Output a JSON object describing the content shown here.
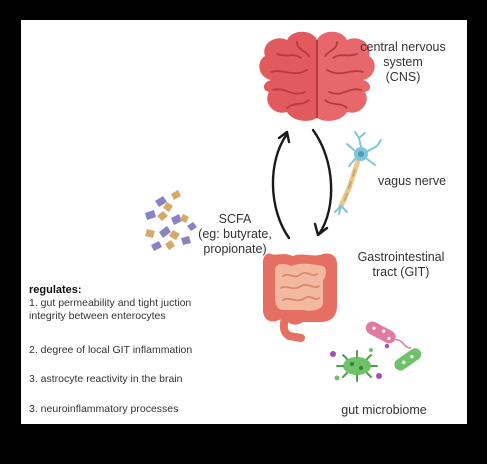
{
  "labels": {
    "cns": [
      "central nervous",
      "system",
      "(CNS)"
    ],
    "vagus": "vagus nerve",
    "scfa": [
      "SCFA",
      "(eg: butyrate,",
      "propionate)"
    ],
    "git": [
      "Gastrointestinal",
      "tract (GIT)"
    ],
    "microbiome": "gut microbiome"
  },
  "regulates": {
    "title": "regulates:",
    "items": [
      [
        "1. gut permeability and tight juction",
        "integrity between enterocytes"
      ],
      [
        "2. degree of local GIT inflammation"
      ],
      [
        "3. astrocyte reactivity in the brain"
      ],
      [
        "3. neuroinflammatory processes"
      ]
    ]
  },
  "colors": {
    "frame": "#000000",
    "background": "#ffffff",
    "brain": "#e05a5e",
    "intestine": "#e56f62",
    "small_intestine": "#f2b9a0",
    "arrows": "#1a1a1a",
    "neuron": "#7fc5d8",
    "axon": "#e8c98c",
    "scfa_purple": "#8a83c2",
    "scfa_gold": "#d7a968",
    "bacteria_pink": "#e07aa0",
    "bacteria_green": "#6ec26a",
    "bacteria_purple": "#a24fb8"
  },
  "icons": [
    "brain-icon",
    "neuron-icon",
    "scfa-molecules-icon",
    "intestine-icon",
    "bacteria-icon"
  ]
}
